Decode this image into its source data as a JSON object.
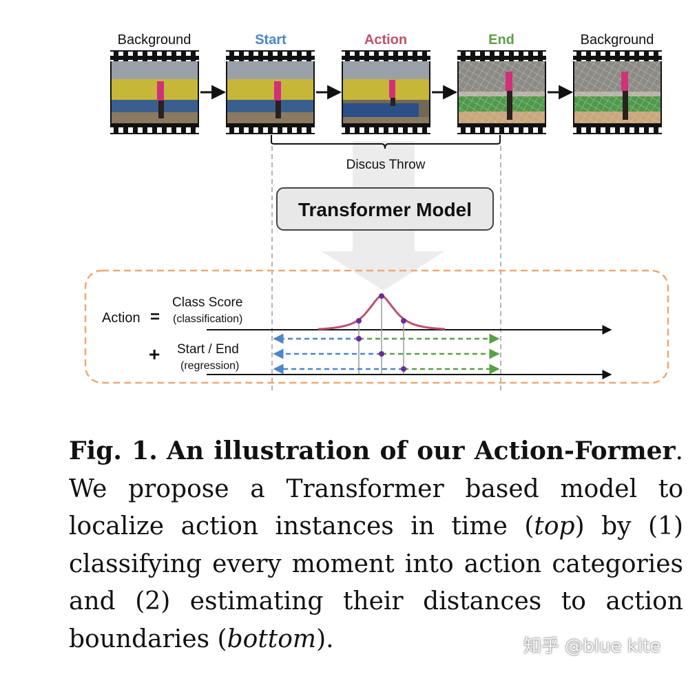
{
  "figure": {
    "frame_labels": [
      {
        "text": "Background",
        "color": "#111111"
      },
      {
        "text": "Start",
        "color": "#4a86c8"
      },
      {
        "text": "Action",
        "color": "#c0506a"
      },
      {
        "text": "End",
        "color": "#5aa046"
      },
      {
        "text": "Background",
        "color": "#111111"
      }
    ],
    "brace_label": "Discus Throw",
    "model_label": "Transformer Model",
    "action_label": "Action",
    "equals": "=",
    "plus": "+",
    "class_score": "Class Score",
    "classification": "(classification)",
    "start_end": "Start / End",
    "regression": "(regression)",
    "colors": {
      "curve": "#c0506a",
      "point": "#6a2c96",
      "start_arrow": "#4a86c8",
      "end_arrow": "#5aa046",
      "dashed_box": "#f0a870",
      "model_box": "#e8e8e8",
      "big_arrow": "#eaeaea"
    }
  },
  "caption": {
    "fig_label": "Fig. 1.",
    "bold_title": "An illustration of our Action-Former",
    "text1": ". We propose a Transformer based model to localize action instances in time (",
    "italic1": "top",
    "text2": ") by (1) classifying every moment into action categories and (2) estimating their distances to action boundaries (",
    "italic2": "bottom",
    "text3": ")."
  },
  "watermark": "知乎 @blue kite"
}
